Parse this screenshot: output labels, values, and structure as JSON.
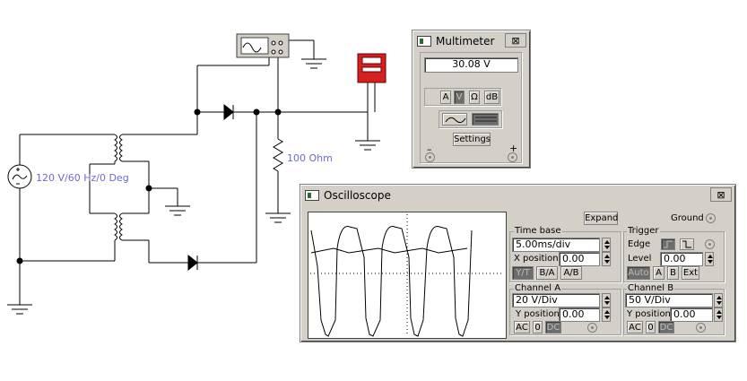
{
  "circuit": {
    "source_label": "120 V/60 Hz/0 Deg",
    "resistor_label": "100  Ohm"
  },
  "multimeter": {
    "title": "Multimeter",
    "close_glyph": "⊠",
    "reading": "30.08  V",
    "mode_buttons": [
      "A",
      "V",
      "Ω",
      "dB"
    ],
    "active_mode": "V",
    "settings_label": "Settings",
    "minus_label": "–",
    "plus_label": "+"
  },
  "oscilloscope": {
    "title": "Oscilloscope",
    "close_glyph": "⊠",
    "expand_label": "Expand",
    "ground_label": "Ground",
    "time_base": {
      "title": "Time base",
      "value": "5.00ms/div",
      "x_position_label": "X position",
      "x_position": "0.00",
      "modes": [
        "Y/T",
        "B/A",
        "A/B"
      ],
      "active_mode": "Y/T"
    },
    "trigger": {
      "title": "Trigger",
      "edge_label": "Edge",
      "level_label": "Level",
      "level": "0.00",
      "sources": [
        "Auto",
        "A",
        "B",
        "Ext"
      ],
      "active_source": "Auto"
    },
    "channel_a": {
      "title": "Channel A",
      "scale": "20  V/Div",
      "y_position_label": "Y position",
      "y_position": "0.00",
      "coupling": [
        "AC",
        "0",
        "DC"
      ],
      "active_coupling": "DC"
    },
    "channel_b": {
      "title": "Channel B",
      "scale": "50  V/Div",
      "y_position_label": "Y position",
      "y_position": "0.00",
      "coupling": [
        "AC",
        "0",
        "DC"
      ],
      "active_coupling": "DC"
    }
  }
}
